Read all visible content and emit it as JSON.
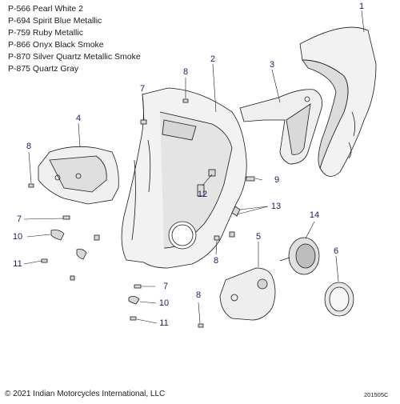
{
  "colors": [
    "P-566 Pearl White 2",
    "P-694 Spirit Blue Metallic",
    "P-759 Ruby Metallic",
    "P-866 Onyx Black Smoke",
    "P-870 Silver Quartz Metallic Smoke",
    "P-875 Quartz Gray"
  ],
  "callouts": {
    "c1": "1",
    "c2": "2",
    "c3": "3",
    "c4": "4",
    "c5": "5",
    "c6": "6",
    "c7a": "7",
    "c7b": "7",
    "c7c": "7",
    "c8a": "8",
    "c8b": "8",
    "c8c": "8",
    "c8d": "8",
    "c9": "9",
    "c10a": "10",
    "c10b": "10",
    "c11a": "11",
    "c11b": "11",
    "c12": "12",
    "c13": "13",
    "c14": "14"
  },
  "footer": {
    "copyright": "© 2021 Indian Motorcycles International, LLC",
    "doc_number": "201505C"
  },
  "style": {
    "line_color": "#1a1a1a",
    "callout_color": "#1c1c66",
    "part_fill": "#f2f2f2",
    "part_shade": "#c9c9c9"
  }
}
